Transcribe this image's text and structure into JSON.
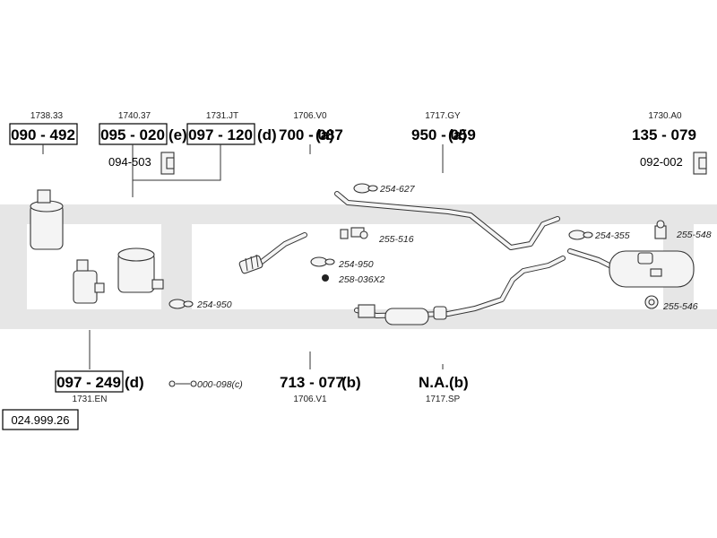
{
  "diagram_ref": "024.999.26",
  "parts": {
    "p1": {
      "sub": "1738.33",
      "code": "090 - 492",
      "suffix": ""
    },
    "p2": {
      "sub": "1740.37",
      "code": "095 - 020",
      "suffix": "(e)"
    },
    "p3": {
      "sub": "1731.JT",
      "code": "097 - 120",
      "suffix": "(d)"
    },
    "p4": {
      "sub": "1706.V0",
      "code": "700 - 087",
      "suffix": "(a)"
    },
    "p5": {
      "sub": "1717.GY",
      "code": "950 - 059",
      "suffix": "(a)"
    },
    "p6": {
      "sub": "1730.A0",
      "code": "135 - 079",
      "suffix": ""
    },
    "p7": {
      "sub": "1731.EN",
      "code": "097 - 249",
      "suffix": "(d)"
    },
    "p8": {
      "sub": "1706.V1",
      "code": "713 - 077",
      "suffix": "(b)"
    },
    "p9": {
      "sub": "1717.SP",
      "code": "N.A.",
      "suffix": "(b)"
    }
  },
  "small_parts": {
    "s1": "094-503",
    "s2": "092-002"
  },
  "callouts": {
    "c1": "254-627",
    "c2": "255-516",
    "c3": "254-950",
    "c4": "258-036X2",
    "c5": "254-355",
    "c6": "255-548",
    "c7": "255-546",
    "c8": "254-950",
    "c9": "000-098(c)"
  },
  "colors": {
    "band": "#e6e6e6",
    "line": "#333333",
    "part_fill": "#f4f4f4"
  }
}
